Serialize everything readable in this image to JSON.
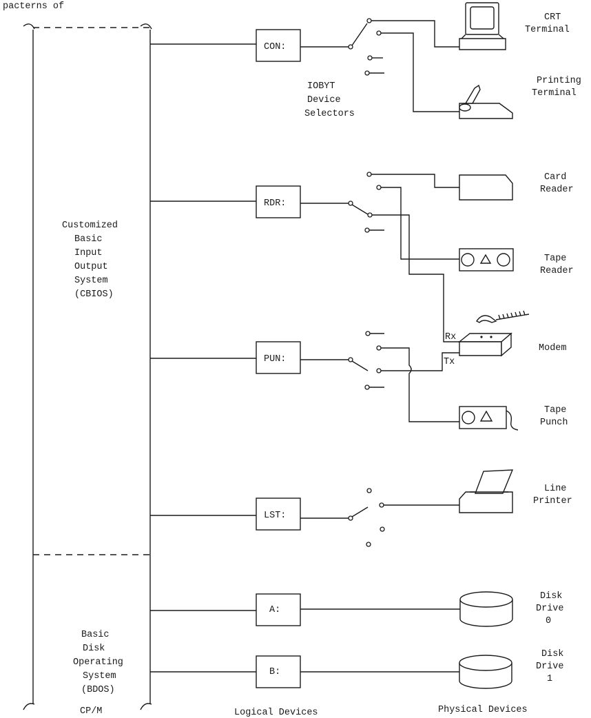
{
  "header_fragment": "pacterns of",
  "cbios": {
    "lines": [
      "Customized",
      "Basic",
      "Input",
      "Output",
      "System",
      "(CBIOS)"
    ]
  },
  "bdos": {
    "lines": [
      "Basic",
      "Disk",
      "Operating",
      "System",
      "(BDOS)"
    ],
    "footer": "CP/M"
  },
  "logical_devices": {
    "con": "CON:",
    "rdr": "RDR:",
    "pun": "PUN:",
    "lst": "LST:",
    "disk_a": "A:",
    "disk_b": "B:"
  },
  "iobyte_label": [
    "IOBYT",
    "Device",
    "Selectors"
  ],
  "physical_devices": {
    "crt": [
      "CRT",
      "Terminal"
    ],
    "printing": [
      "Printing",
      "Terminal"
    ],
    "card_reader": [
      "Card",
      "Reader"
    ],
    "tape_reader": [
      "Tape",
      "Reader"
    ],
    "modem": [
      "Modem"
    ],
    "modem_rx": "Rx",
    "modem_tx": "Tx",
    "tape_punch": [
      "Tape",
      "Punch"
    ],
    "line_printer": [
      "Line",
      "Printer"
    ],
    "disk0": [
      "Disk",
      "Drive",
      "0"
    ],
    "disk1": [
      "Disk",
      "Drive",
      "1"
    ]
  },
  "footer_labels": {
    "logical": "Logical Devices",
    "physical": "Physical Devices"
  }
}
